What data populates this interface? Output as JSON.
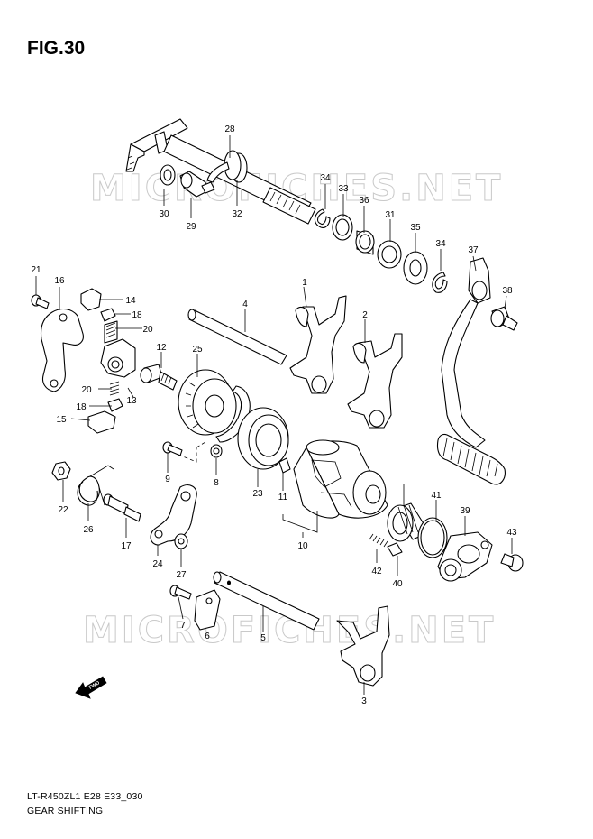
{
  "figure": {
    "title": "FIG.30"
  },
  "caption": {
    "model_code": "LT-R450ZL1 E28 E33_030",
    "section": "GEAR SHIFTING"
  },
  "watermark": {
    "text": "MICROFICHES.NET"
  },
  "forward_arrow": {
    "label": "FWD"
  },
  "callouts": [
    "1",
    "2",
    "3",
    "4",
    "5",
    "6",
    "7",
    "8",
    "9",
    "10",
    "11",
    "12",
    "13",
    "14",
    "15",
    "16",
    "17",
    "18",
    "18",
    "20",
    "20",
    "21",
    "22",
    "23",
    "24",
    "25",
    "26",
    "27",
    "28",
    "29",
    "30",
    "31",
    "32",
    "33",
    "34",
    "34",
    "35",
    "36",
    "37",
    "38",
    "39",
    "40",
    "41",
    "42",
    "43"
  ]
}
